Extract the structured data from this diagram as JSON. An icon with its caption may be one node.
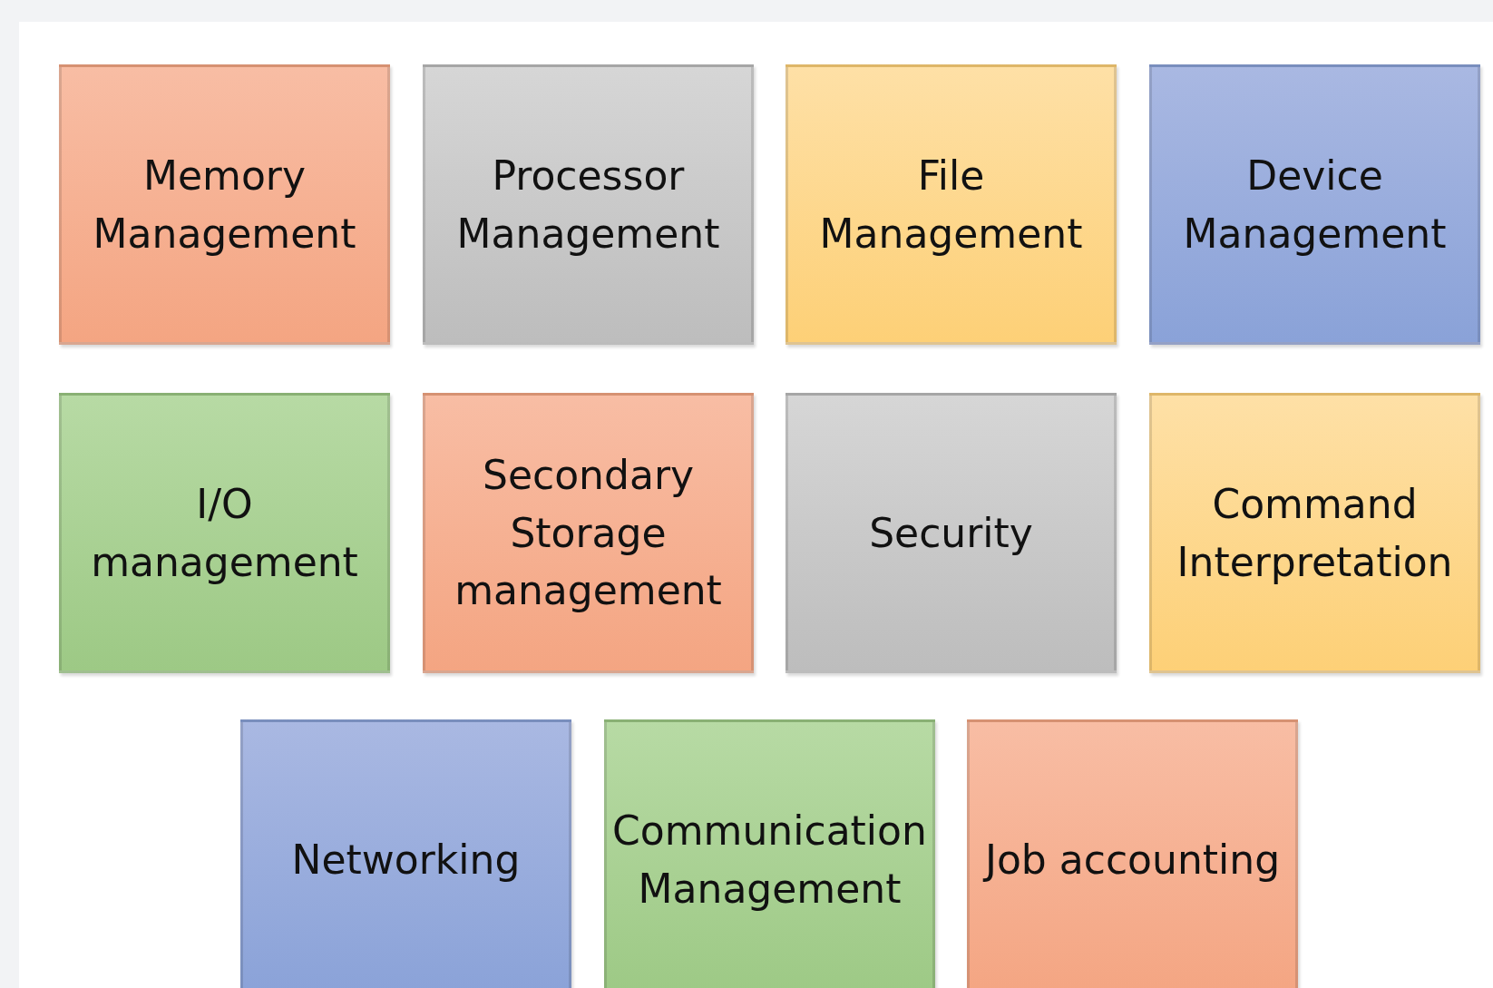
{
  "diagram": {
    "nodes": [
      {
        "text": [
          "Memory Management"
        ]
      },
      {
        "text": [
          "Processor Management"
        ]
      },
      {
        "text": [
          "File Management"
        ]
      },
      {
        "text": [
          "Device Management"
        ]
      },
      {
        "text": [
          "I/O management"
        ]
      },
      {
        "text": [
          "Secondary Storage management"
        ]
      },
      {
        "text": [
          "Security"
        ]
      },
      {
        "text": [
          "Command Interpretation"
        ]
      },
      {
        "text": [
          "Networking"
        ]
      },
      {
        "text": [
          "Communication Management"
        ]
      },
      {
        "text": [
          "Job accounting"
        ]
      }
    ]
  }
}
